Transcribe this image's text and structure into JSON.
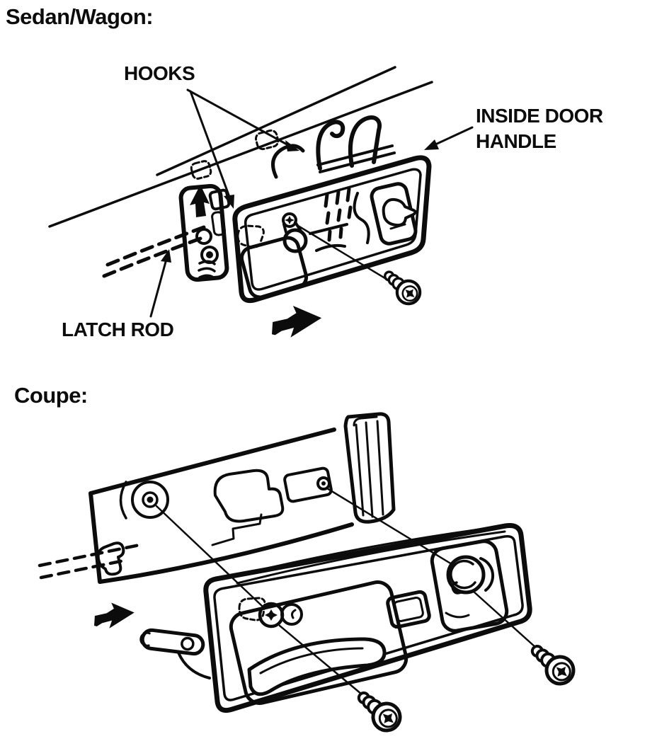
{
  "page": {
    "background_color": "#ffffff",
    "ink_color": "#0c0c0c"
  },
  "figures": {
    "sedan_wagon": {
      "title": "Sedan/Wagon:",
      "labels": {
        "hooks": "HOOKS",
        "inside_door_handle_line1": "INSIDE DOOR",
        "inside_door_handle_line2": "HANDLE",
        "latch_rod": "LATCH ROD"
      }
    },
    "coupe": {
      "title": "Coupe:"
    }
  }
}
